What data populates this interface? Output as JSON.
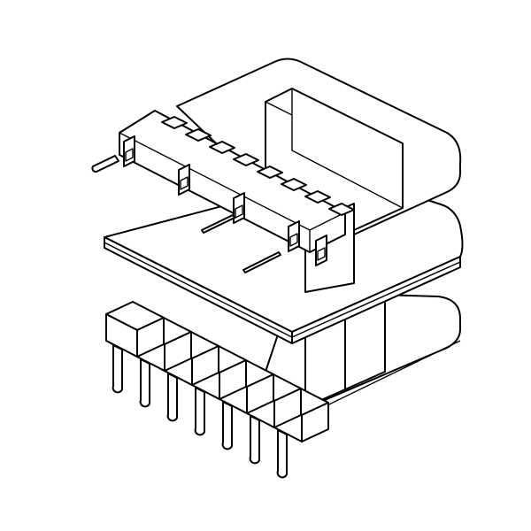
{
  "drawing": {
    "subject": "transformer-bobbin",
    "line_color": "#000000",
    "background_color": "#ffffff",
    "top_pin_count": 8,
    "bottom_pin_count": 7
  }
}
